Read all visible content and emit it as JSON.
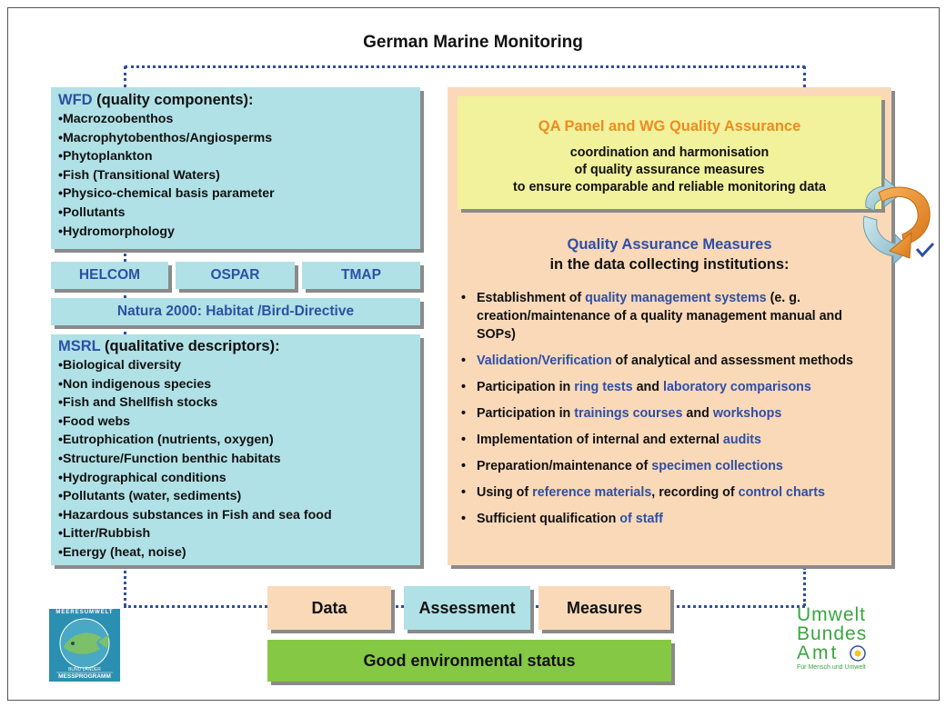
{
  "title": "German Marine Monitoring",
  "wfd": {
    "head": "WFD",
    "head_rest": " (quality components):",
    "items": [
      "Macrozoobenthos",
      "Macrophytobenthos/Angiosperms",
      "Phytoplankton",
      "Fish (Transitional Waters)",
      "Physico-chemical basis parameter",
      "Pollutants",
      "Hydromorphology"
    ]
  },
  "conventions": {
    "helcom": "HELCOM",
    "ospar": "OSPAR",
    "tmap": "TMAP"
  },
  "natura": "Natura 2000: Habitat /Bird-Directive",
  "msrl": {
    "head": "MSRL",
    "head_rest": " (qualitative descriptors):",
    "items": [
      "Biological diversity",
      "Non indigenous species",
      "Fish and Shellfish stocks",
      "Food webs",
      "Eutrophication (nutrients, oxygen)",
      "Structure/Function benthic habitats",
      "Hydrographical conditions",
      "Pollutants (water, sediments)",
      "Hazardous substances in Fish and sea food",
      "Litter/Rubbish",
      "Energy (heat, noise)"
    ]
  },
  "qa_panel": {
    "title": "QA Panel and WG Quality Assurance",
    "line1": "coordination and harmonisation",
    "line2": "of quality assurance measures",
    "line3": "to ensure comparable and reliable monitoring data"
  },
  "qam": {
    "title": "Quality Assurance Measures",
    "subtitle": "in the data collecting institutions:",
    "i1_a": "Establishment of ",
    "i1_b": "quality management systems",
    "i1_c": " (e. g. creation/maintenance of a quality management manual and SOPs)",
    "i2_a": "Validation/Verification",
    "i2_b": " of analytical and assessment methods",
    "i3_a": "Participation in ",
    "i3_b": "ring tests",
    "i3_c": " and ",
    "i3_d": "laboratory comparisons",
    "i4_a": "Participation in ",
    "i4_b": "trainings courses",
    "i4_c": " and ",
    "i4_d": "workshops",
    "i5_a": "Implementation of internal and external ",
    "i5_b": "audits",
    "i6_a": "Preparation/maintenance of ",
    "i6_b": "specimen collections",
    "i7_a": "Using of ",
    "i7_b": "reference materials",
    "i7_c": ", recording of ",
    "i7_d": "control charts",
    "i8_a": "Sufficient qualification ",
    "i8_b": "of staff"
  },
  "flow": {
    "data": "Data",
    "assessment": "Assessment",
    "measures": "Measures",
    "ges": "Good environmental status"
  },
  "logo_left": {
    "top_text": "MEERESUMWELT",
    "bottom1": "BUND LÄNDER",
    "bottom2": "MESSPROGRAMM"
  },
  "logo_right": {
    "l1": "Umwelt",
    "l2": "Bundes",
    "l3": "Amt",
    "tagline": "Für Mensch und Umwelt"
  },
  "colors": {
    "cyan": "#b0e1e6",
    "peach": "#fad9b9",
    "yellow": "#f1f29b",
    "green": "#85c844",
    "accent_blue": "#2e4fa6",
    "accent_orange": "#f08b22",
    "logo_green": "#3aa640"
  }
}
